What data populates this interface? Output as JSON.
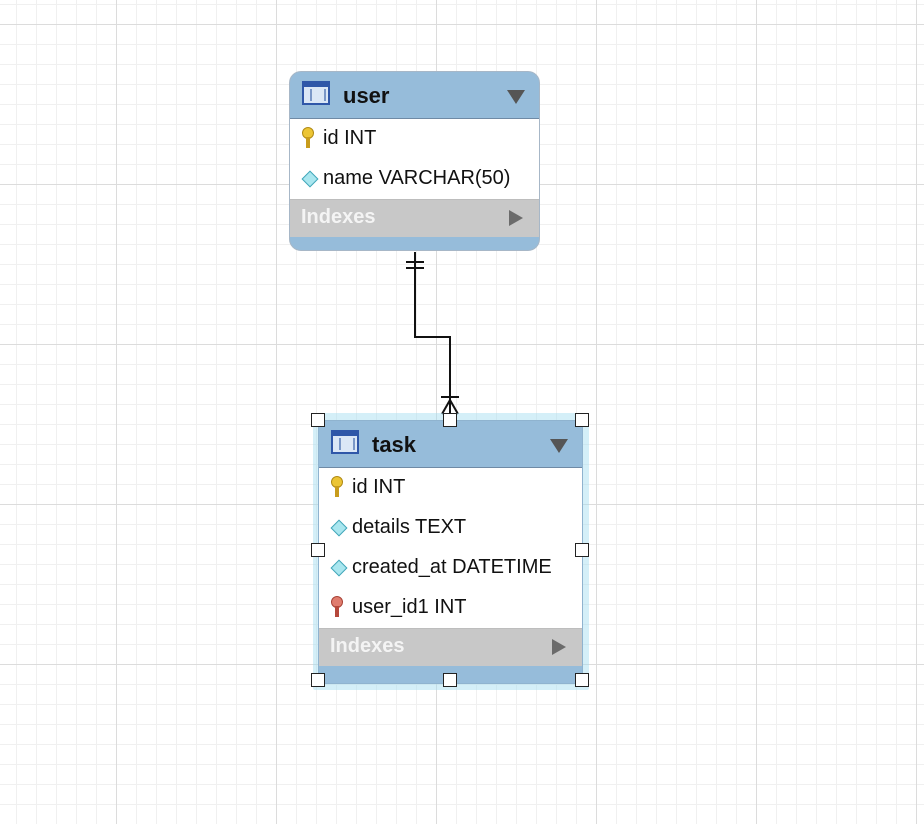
{
  "diagram": {
    "tables": [
      {
        "name": "user",
        "columns": [
          {
            "text": "id INT",
            "icon": "primary-key-icon"
          },
          {
            "text": "name VARCHAR(50)",
            "icon": "column-diamond-icon"
          }
        ],
        "indexes_label": "Indexes",
        "selected": false
      },
      {
        "name": "task",
        "columns": [
          {
            "text": "id INT",
            "icon": "primary-key-icon"
          },
          {
            "text": "details TEXT",
            "icon": "column-diamond-icon"
          },
          {
            "text": "created_at DATETIME",
            "icon": "column-diamond-icon"
          },
          {
            "text": "user_id1 INT",
            "icon": "foreign-key-icon"
          }
        ],
        "indexes_label": "Indexes",
        "selected": true
      }
    ],
    "relationship": {
      "from": "user",
      "to": "task",
      "from_cardinality": "one-and-only-one",
      "to_cardinality": "one-or-many"
    },
    "colors": {
      "header": "#96bcda",
      "indexes": "#c8c8c8",
      "primary_key": "#ecc534",
      "foreign_key": "#e07c6e",
      "column_diamond": "#a9e6ef",
      "grid": "#dcdcdc"
    }
  }
}
